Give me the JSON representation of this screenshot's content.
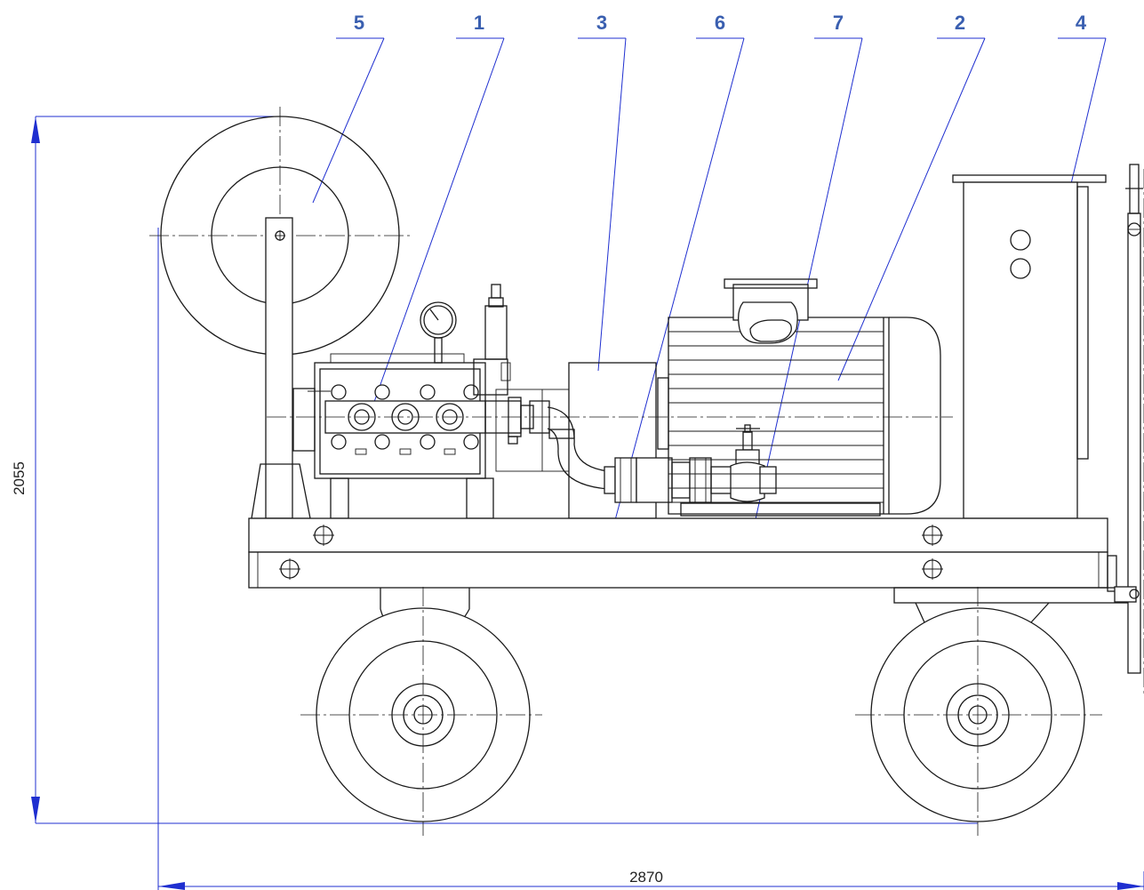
{
  "colors": {
    "callout": "#3a5fb0",
    "leader": "#1f2fd0",
    "line": "#1a1a1a"
  },
  "callouts": [
    "5",
    "1",
    "3",
    "6",
    "7",
    "2",
    "4"
  ],
  "dimensions": {
    "height": "2055",
    "length": "2870"
  }
}
